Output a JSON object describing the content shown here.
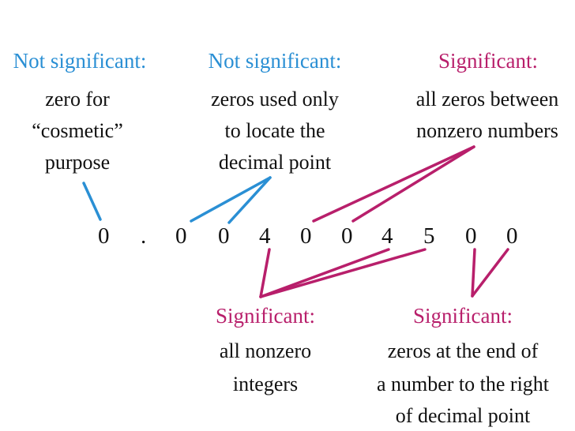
{
  "colors": {
    "not_significant": "#2a8fd4",
    "significant": "#b81f6b",
    "text": "#111111"
  },
  "number_digits": [
    "0",
    ".",
    "0",
    "0",
    "4",
    "0",
    "0",
    "4",
    "5",
    "0",
    "0"
  ],
  "labels": {
    "cosmetic": {
      "heading": "Not significant:",
      "lines": [
        "zero for",
        "“cosmetic”",
        "purpose"
      ]
    },
    "decimal_locator": {
      "heading": "Not significant:",
      "lines": [
        "zeros used only",
        "to locate the",
        "decimal point"
      ]
    },
    "between_nonzero": {
      "heading": "Significant:",
      "lines": [
        "all zeros between",
        "nonzero numbers"
      ]
    },
    "nonzero_integers": {
      "heading": "Significant:",
      "lines": [
        "all nonzero",
        "integers"
      ]
    },
    "trailing_zeros": {
      "heading": "Significant:",
      "lines": [
        "zeros at the end of",
        "a number to the right",
        "of decimal point"
      ]
    }
  }
}
